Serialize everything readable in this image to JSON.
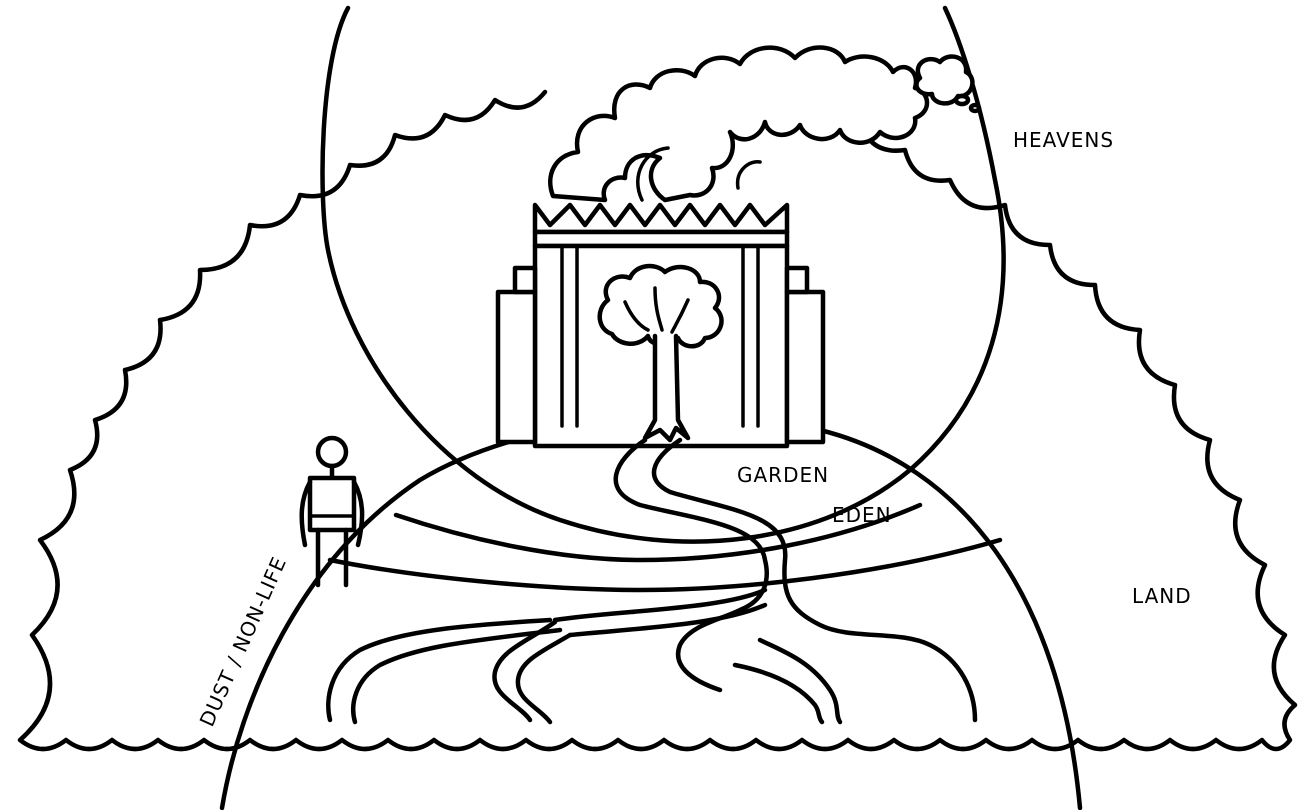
{
  "labels": {
    "heavens": "HEAVENS",
    "garden": "GARDEN",
    "eden": "EDEN",
    "land": "LAND",
    "dust": "DUST / NON-LIFE"
  },
  "colors": {
    "ink": "#000000",
    "paper": "#ffffff"
  }
}
